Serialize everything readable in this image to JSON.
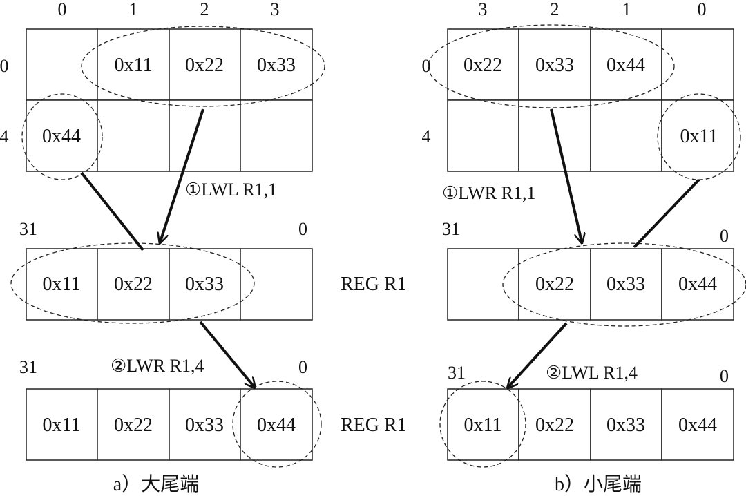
{
  "big_endian": {
    "mem_col_labels": [
      "0",
      "1",
      "2",
      "3"
    ],
    "mem_row_labels": [
      "0",
      "4"
    ],
    "mem_row0": [
      "",
      "0x11",
      "0x22",
      "0x33"
    ],
    "mem_row1": [
      "0x44",
      "",
      "",
      ""
    ],
    "step1": "①LWL R1,1",
    "reg1_bits": [
      "31",
      "0"
    ],
    "reg1": [
      "0x11",
      "0x22",
      "0x33",
      ""
    ],
    "reg1_name": "REG R1",
    "step2": "②LWR R1,4",
    "reg2_bits": [
      "31",
      "0"
    ],
    "reg2": [
      "0x11",
      "0x22",
      "0x33",
      "0x44"
    ],
    "reg2_name": "REG R1",
    "caption": "a）大尾端"
  },
  "little_endian": {
    "mem_col_labels": [
      "3",
      "2",
      "1",
      "0"
    ],
    "mem_row_labels": [
      "0",
      "4"
    ],
    "mem_row0": [
      "0x22",
      "0x33",
      "0x44",
      ""
    ],
    "mem_row1": [
      "",
      "",
      "",
      "0x11"
    ],
    "step1": "①LWR R1,1",
    "reg1_bits": [
      "31",
      "0"
    ],
    "reg1": [
      "",
      "0x22",
      "0x33",
      "0x44"
    ],
    "step2": "②LWL R1,4",
    "reg2_bits": [
      "31",
      "0"
    ],
    "reg2": [
      "0x11",
      "0x22",
      "0x33",
      "0x44"
    ],
    "caption": "b）小尾端"
  }
}
